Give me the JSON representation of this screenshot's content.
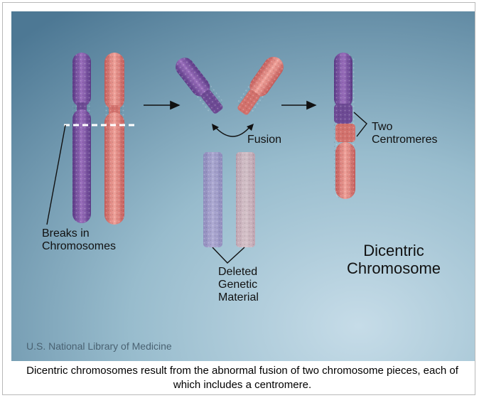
{
  "labels": {
    "breaks": "Breaks in\nChromosomes",
    "fusion": "Fusion",
    "deleted": "Deleted\nGenetic\nMaterial",
    "two_centromeres": "Two\nCentromeres",
    "title": "Dicentric\nChromosome"
  },
  "credit": "U.S. National Library of Medicine",
  "caption": "Dicentric chromosomes result from the abnormal fusion of two chromosome pieces, each of which includes a centromere.",
  "colors": {
    "purple": "#7a4f9c",
    "pink": "#e0827a",
    "background_light": "#bcd3e0",
    "background_dark": "#4f7d97"
  }
}
